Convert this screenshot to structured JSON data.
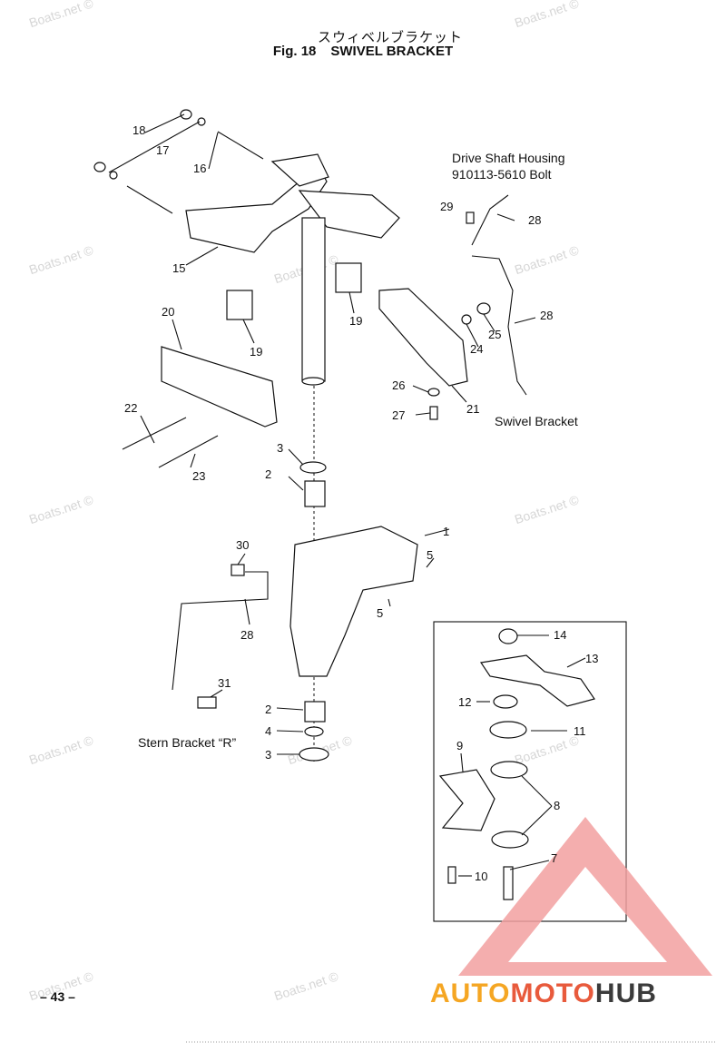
{
  "header": {
    "title_jp": "スウィベルブラケット",
    "fig": "Fig. 18",
    "title": "SWIVEL BRACKET"
  },
  "labels": {
    "drive_shaft_housing": "Drive Shaft Housing",
    "bolt_ref": "910113-5610 Bolt",
    "swivel_bracket": "Swivel Bracket",
    "stern_bracket": "Stern Bracket “R”"
  },
  "callouts": [
    "1",
    "2",
    "3",
    "5",
    "5",
    "14",
    "13",
    "12",
    "11",
    "9",
    "8",
    "10",
    "7",
    "2",
    "4",
    "3",
    "30",
    "28",
    "31",
    "18",
    "17",
    "16",
    "15",
    "20",
    "19",
    "19",
    "22",
    "23",
    "29",
    "28",
    "28",
    "25",
    "24",
    "26",
    "21",
    "27"
  ],
  "watermark": "Boats.net ©",
  "page_number": "– 43 –",
  "logo": {
    "part1": "AUTO",
    "part2": "MOTO",
    "part3": "HUB",
    "color_a": "#f5a623",
    "color_b": "#e85a3c",
    "color_c": "#3b3b3b"
  }
}
